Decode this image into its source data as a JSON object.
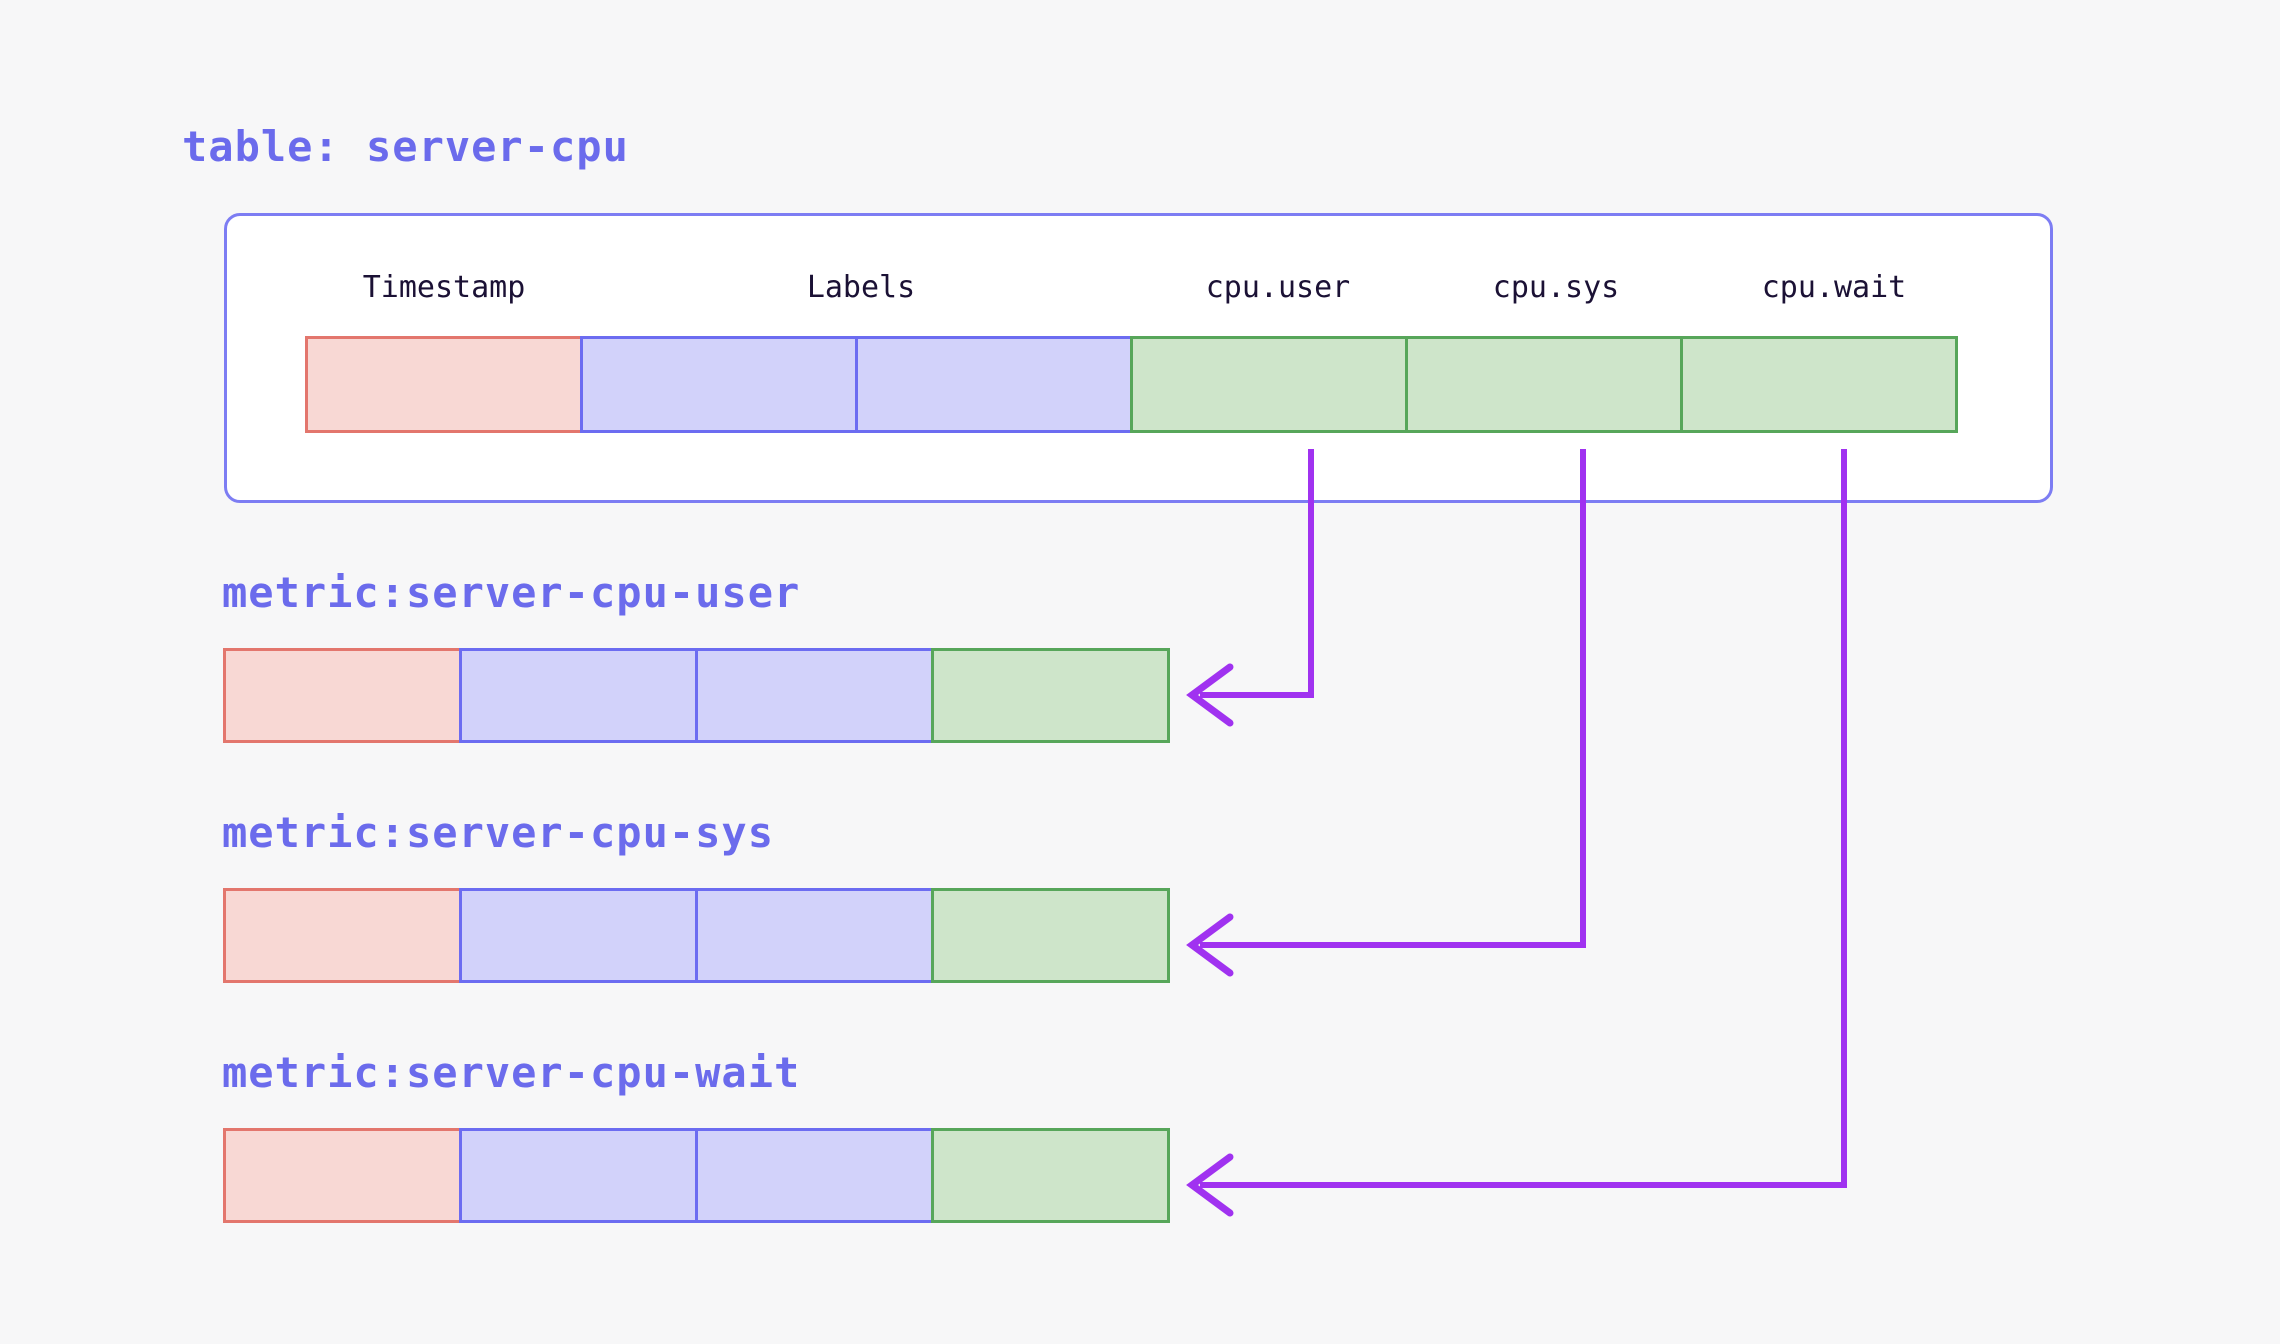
{
  "title": {
    "text": "table: server-cpu"
  },
  "table": {
    "headers": [
      "Timestamp",
      "Labels",
      "cpu.user",
      "cpu.sys",
      "cpu.wait"
    ],
    "cell_groups": {
      "timestamp_cells": 1,
      "label_cells": 2,
      "value_cells": 3
    }
  },
  "metrics": [
    {
      "title": "metric:server-cpu-user",
      "source_column": "cpu.user"
    },
    {
      "title": "metric:server-cpu-sys",
      "source_column": "cpu.sys"
    },
    {
      "title": "metric:server-cpu-wait",
      "source_column": "cpu.wait"
    }
  ],
  "colors": {
    "background": "#f7f7f8",
    "box_border": "#7d7df3",
    "accent_text": "#6b6bec",
    "header_text": "#1b1135",
    "timestamp_fill": "#f8d8d4",
    "timestamp_border": "#e3766d",
    "labels_fill": "#d2d2fa",
    "labels_border": "#6c6cf1",
    "value_fill": "#cee5ca",
    "value_border": "#57a65a",
    "arrow": "#a032f0"
  }
}
